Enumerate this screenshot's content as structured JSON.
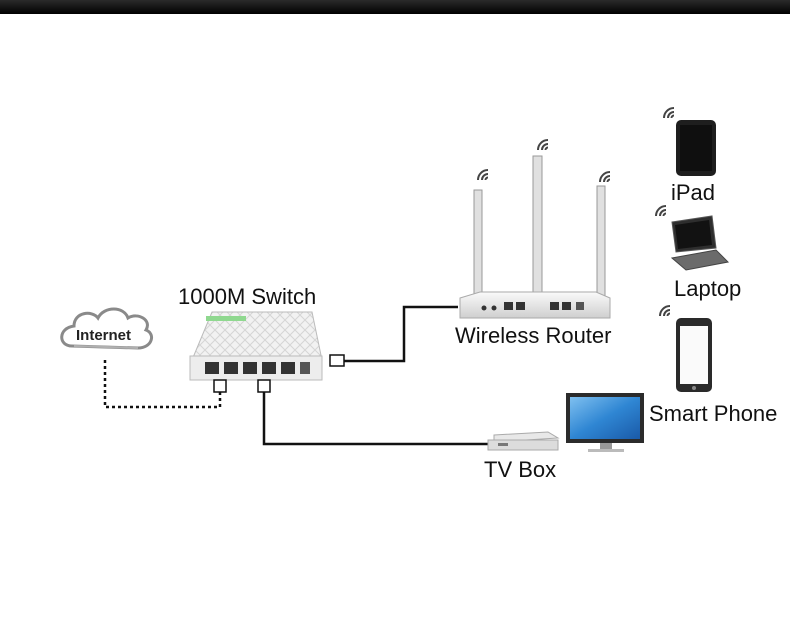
{
  "labels": {
    "internet": "Internet",
    "switch": "1000M Switch",
    "router": "Wireless Router",
    "tv_box": "TV Box",
    "ipad": "iPad",
    "laptop": "Laptop",
    "smart_phone": "Smart Phone"
  },
  "colors": {
    "background": "#ffffff",
    "top_bar": "#000000",
    "cable": "#111111",
    "screen": "#3a8fd6",
    "device_body": "#e8e8e8"
  },
  "icons": [
    "cloud-icon",
    "switch-icon",
    "router-icon",
    "tv-box-icon",
    "monitor-icon",
    "tablet-icon",
    "laptop-icon",
    "phone-icon",
    "wifi-signal-icon"
  ]
}
